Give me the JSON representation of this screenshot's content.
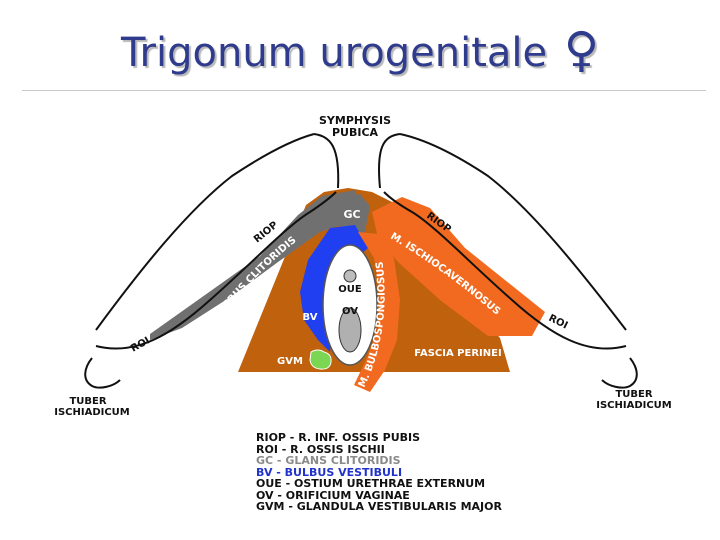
{
  "title": {
    "text": "Trigonum urogenitale",
    "symbol": "♀"
  },
  "labels": {
    "symphysis_line1": "SYMPHYSIS",
    "symphysis_line2": "PUBICA",
    "gc": "GC",
    "riop_left": "RIOP",
    "riop_right": "RIOP",
    "roi_left": "ROI",
    "roi_right": "ROI",
    "crus": "CRUS CLITORIDIS",
    "ischio": "M. ISCHIOCAVERNOSUS",
    "bulbo": "M. BULBOSPONGIOSUS",
    "oue": "OUE",
    "ov": "OV",
    "bv": "BV",
    "gvm": "GVM",
    "fascia": "FASCIA PERINEI",
    "tuber_left_1": "TUBER",
    "tuber_left_2": "ISCHIADICUM",
    "tuber_right_1": "TUBER",
    "tuber_right_2": "ISCHIADICUM"
  },
  "legend": [
    {
      "text": "RIOP - R. INF. OSSIS PUBIS",
      "color": "#111111"
    },
    {
      "text": "ROI - R. OSSIS ISCHII",
      "color": "#111111"
    },
    {
      "text": "GC - GLANS CLITORIDIS",
      "color": "#8a8a8a"
    },
    {
      "text": "BV - BULBUS VESTIBULI",
      "color": "#2233cc"
    },
    {
      "text": "OUE - OSTIUM URETHRAE EXTERNUM",
      "color": "#111111"
    },
    {
      "text": "OV - ORIFICIUM VAGINAE",
      "color": "#111111"
    },
    {
      "text": "GVM - GLANDULA VESTIBULARIS MAJOR",
      "color": "#111111"
    }
  ],
  "colors": {
    "title": "#2f3b8c",
    "fascia": "#c0610e",
    "muscle": "#f26a1f",
    "crus": "#707070",
    "bulb": "#1f3ff0",
    "gland": "#7bd653",
    "bone_outline": "#111111"
  }
}
